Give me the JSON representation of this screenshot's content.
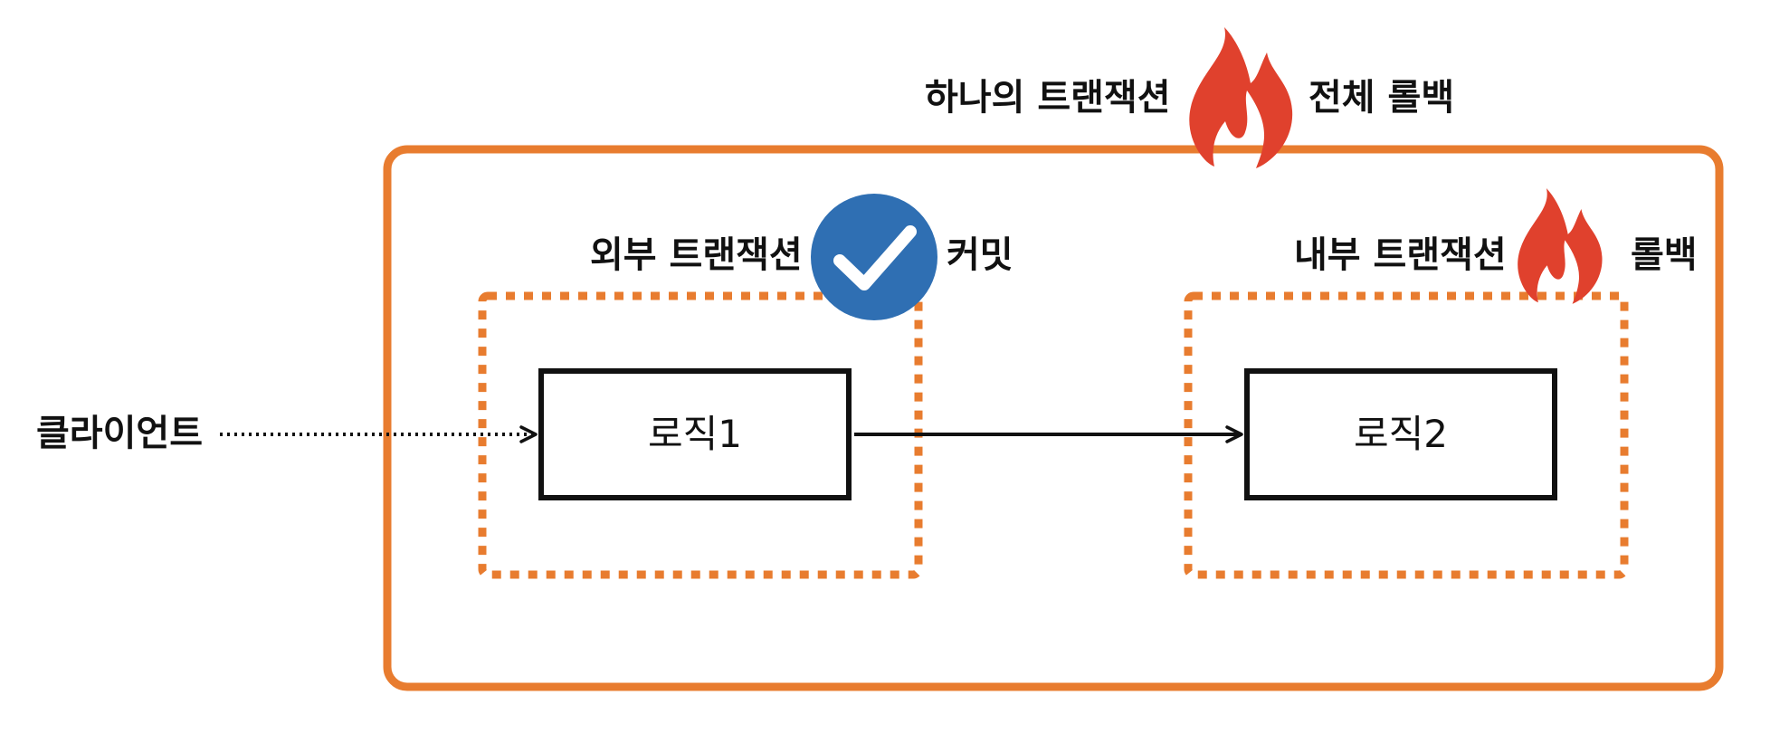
{
  "diagram": {
    "outer_label_left": "하나의 트랜잭션",
    "outer_label_right": "전체 롤백",
    "client_label": "클라이언트",
    "outer_tx": {
      "label": "외부 트랜잭션",
      "status_label": "커밋",
      "status_icon": "check-circle-icon"
    },
    "inner_tx": {
      "label": "내부 트랜잭션",
      "status_label": "롤백",
      "status_icon": "fire-icon"
    },
    "logic1": "로직1",
    "logic2": "로직2",
    "colors": {
      "orange": "#E87C2F",
      "fire": "#E0412D",
      "check_blue": "#2F6FB3",
      "ink": "#111111"
    }
  }
}
